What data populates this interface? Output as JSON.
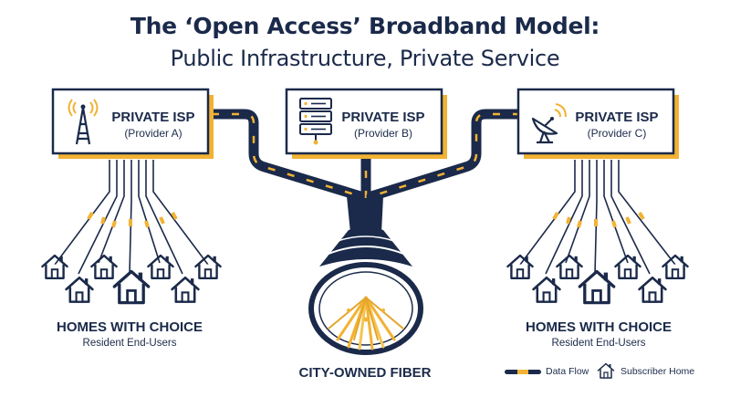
{
  "title": {
    "line1": "The ‘Open Access’ Broadband Model:",
    "line2": "Public Infrastructure, Private Service"
  },
  "providers": [
    {
      "name": "PRIVATE ISP",
      "sub": "(Provider A)",
      "icon": "cell-tower-icon"
    },
    {
      "name": "PRIVATE ISP",
      "sub": "(Provider B)",
      "icon": "server-rack-icon"
    },
    {
      "name": "PRIVATE ISP",
      "sub": "(Provider C)",
      "icon": "satellite-dish-icon"
    }
  ],
  "homes": {
    "left": {
      "label": "HOMES WITH CHOICE",
      "sub": "Resident End-Users"
    },
    "right": {
      "label": "HOMES WITH CHOICE",
      "sub": "Resident End-Users"
    }
  },
  "fiber": {
    "label": "CITY-OWNED FIBER"
  },
  "legend": {
    "data_flow": "Data Flow",
    "subscriber_home": "Subscriber Home"
  },
  "colors": {
    "navy": "#1b2a4a",
    "gold": "#f2b233",
    "shadow": "#f2b233"
  }
}
